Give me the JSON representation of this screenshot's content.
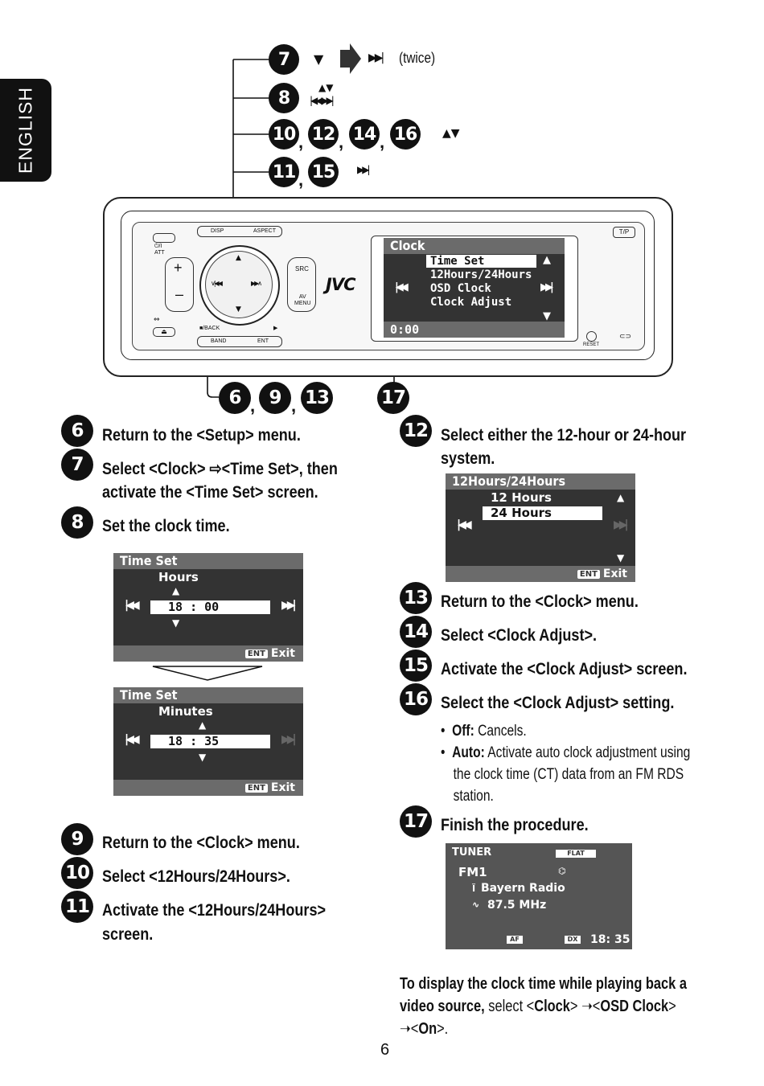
{
  "language_tab": "ENGLISH",
  "callouts": {
    "s7": "7",
    "s8": "8",
    "s10": "10",
    "s12": "12",
    "s14": "14",
    "s16": "16",
    "s11": "11",
    "s15": "15",
    "s6": "6",
    "s9": "9",
    "s13": "13",
    "s17": "17",
    "twice": "(twice)"
  },
  "unit": {
    "brand": "JVC",
    "disp": "DISP",
    "aspect": "ASPECT",
    "att": "⏻/I\nATT",
    "src": "SRC",
    "av_menu": "AV\nMENU",
    "back": "■/BACK",
    "band": "BAND",
    "ent": "ENT",
    "tp": "T/P",
    "reset": "RESET",
    "display": {
      "header": "Clock",
      "items": [
        "Time Set",
        "12Hours/24Hours",
        "OSD Clock",
        "Clock Adjust"
      ],
      "selected": 0,
      "time": "0:00"
    }
  },
  "steps_left": [
    {
      "num": "6",
      "text": "Return to the <Setup> menu."
    },
    {
      "num": "7",
      "text_line1": "Select <Clock> ⇨<Time Set>, then",
      "text_line2": "activate the <Time Set> screen."
    },
    {
      "num": "8",
      "text": "Set the clock time."
    },
    {
      "num": "9",
      "text": "Return to the <Clock> menu."
    },
    {
      "num": "10",
      "text": "Select <12Hours/24Hours>."
    },
    {
      "num": "11",
      "text_line1": "Activate the <12Hours/24Hours>",
      "text_line2": "screen."
    }
  ],
  "lcd_time_hours": {
    "header": "Time Set",
    "label": "Hours",
    "value": "18 : 00",
    "exit": "Exit",
    "ent": "ENT"
  },
  "lcd_time_minutes": {
    "header": "Time Set",
    "label": "Minutes",
    "value": "18 : 35",
    "exit": "Exit",
    "ent": "ENT"
  },
  "steps_right": [
    {
      "num": "12",
      "text_line1": "Select either the 12-hour or 24-hour",
      "text_line2": "system."
    },
    {
      "num": "13",
      "text": "Return to the <Clock> menu."
    },
    {
      "num": "14",
      "text": "Select <Clock Adjust>."
    },
    {
      "num": "15",
      "text": "Activate the <Clock Adjust> screen."
    },
    {
      "num": "16",
      "text": "Select the <Clock Adjust> setting."
    },
    {
      "num": "17",
      "text": "Finish the procedure."
    }
  ],
  "lcd_12_24": {
    "header": "12Hours/24Hours",
    "opt1": "12 Hours",
    "opt2": "24 Hours",
    "exit": "Exit",
    "ent": "ENT"
  },
  "clock_adjust_options": [
    {
      "label": "Off:",
      "desc": "Cancels."
    },
    {
      "label": "Auto:",
      "desc_line1": "Activate auto clock adjustment using",
      "desc_line2": "the clock time (CT) data from an FM RDS",
      "desc_line3": "station."
    }
  ],
  "lcd_tuner": {
    "source": "TUNER",
    "eq": "FLAT",
    "band": "FM1",
    "station": "Bayern Radio",
    "freq": "87.5 MHz",
    "af": "AF",
    "dx": "DX",
    "time": "18: 35"
  },
  "note": {
    "bold1": "To display the clock time while playing back a",
    "bold2": "video source,",
    "normal2": " select <",
    "bold_clock": "Clock",
    "mid": "> ➝<",
    "bold_osd": "OSD Clock",
    "end2": ">",
    "line3_pre": "➝<",
    "bold_on": "On",
    "line3_post": ">."
  },
  "page_number": "6"
}
